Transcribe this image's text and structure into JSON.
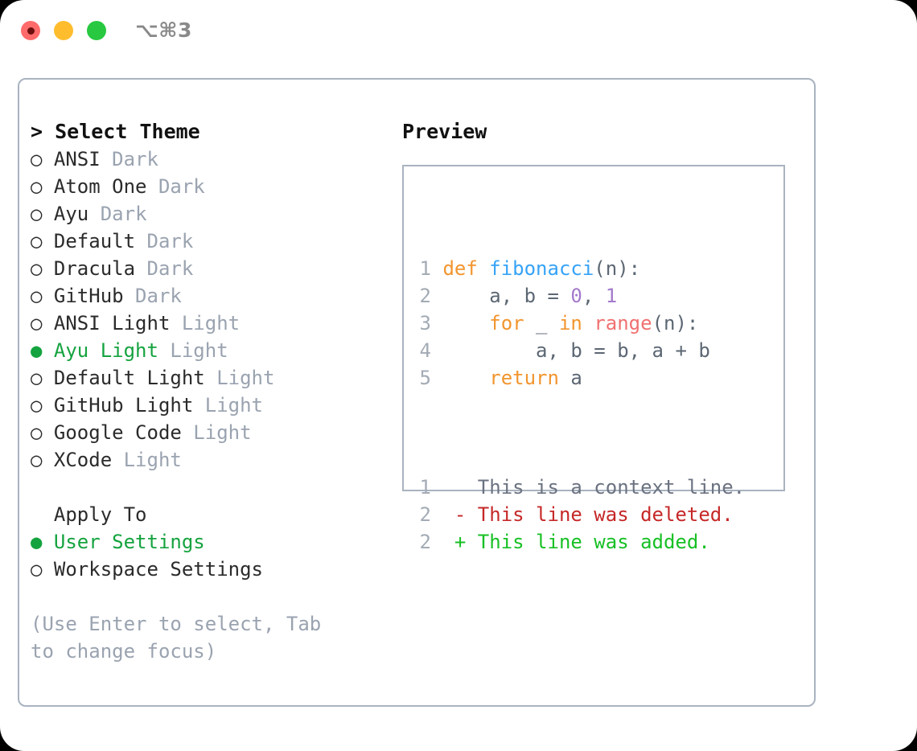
{
  "titlebar": {
    "shortcut": "⌥⌘3",
    "lights": [
      {
        "name": "close-button",
        "color": "#ff6b6b"
      },
      {
        "name": "minimize-button",
        "color": "#ffbd2e"
      },
      {
        "name": "maximize-button",
        "color": "#28c840"
      }
    ]
  },
  "theme_picker": {
    "heading": "> Select Theme",
    "items": [
      {
        "marker": "○ ",
        "label": "ANSI",
        "tag": " Dark",
        "selected": false
      },
      {
        "marker": "○ ",
        "label": "Atom One",
        "tag": " Dark",
        "selected": false
      },
      {
        "marker": "○ ",
        "label": "Ayu",
        "tag": " Dark",
        "selected": false
      },
      {
        "marker": "○ ",
        "label": "Default",
        "tag": " Dark",
        "selected": false
      },
      {
        "marker": "○ ",
        "label": "Dracula",
        "tag": " Dark",
        "selected": false
      },
      {
        "marker": "○ ",
        "label": "GitHub",
        "tag": " Dark",
        "selected": false
      },
      {
        "marker": "○ ",
        "label": "ANSI Light",
        "tag": " Light",
        "selected": false
      },
      {
        "marker": "● ",
        "label": "Ayu Light",
        "tag": " Light",
        "selected": true
      },
      {
        "marker": "○ ",
        "label": "Default Light",
        "tag": " Light",
        "selected": false
      },
      {
        "marker": "○ ",
        "label": "GitHub Light",
        "tag": " Light",
        "selected": false
      },
      {
        "marker": "○ ",
        "label": "Google Code",
        "tag": " Light",
        "selected": false
      },
      {
        "marker": "○ ",
        "label": "XCode",
        "tag": " Light",
        "selected": false
      }
    ]
  },
  "apply_to": {
    "heading": "  Apply To",
    "items": [
      {
        "marker": "● ",
        "label": "User Settings",
        "tag": "",
        "selected": true
      },
      {
        "marker": "○ ",
        "label": "Workspace Settings",
        "tag": "",
        "selected": false
      }
    ]
  },
  "hint": "(Use Enter to select, Tab to change focus)",
  "preview": {
    "heading": "Preview",
    "code_lines": [
      {
        "number": "1",
        "tokens": [
          {
            "text": "def ",
            "kind": "kw"
          },
          {
            "text": "fibonacci",
            "kind": "fn"
          },
          {
            "text": "(n):",
            "kind": "punct"
          }
        ]
      },
      {
        "number": "2",
        "tokens": [
          {
            "text": "    a, b = ",
            "kind": "id"
          },
          {
            "text": "0",
            "kind": "num"
          },
          {
            "text": ", ",
            "kind": "id"
          },
          {
            "text": "1",
            "kind": "num"
          }
        ]
      },
      {
        "number": "3",
        "tokens": [
          {
            "text": "    ",
            "kind": "id"
          },
          {
            "text": "for",
            "kind": "kw"
          },
          {
            "text": " _ ",
            "kind": "id"
          },
          {
            "text": "in",
            "kind": "kw"
          },
          {
            "text": " ",
            "kind": "id"
          },
          {
            "text": "range",
            "kind": "bi"
          },
          {
            "text": "(n):",
            "kind": "punct"
          }
        ]
      },
      {
        "number": "4",
        "tokens": [
          {
            "text": "        a, b = b, a + b",
            "kind": "id"
          }
        ]
      },
      {
        "number": "5",
        "tokens": [
          {
            "text": "    ",
            "kind": "id"
          },
          {
            "text": "return",
            "kind": "kw"
          },
          {
            "text": " a",
            "kind": "id"
          }
        ]
      }
    ],
    "diff_lines": [
      {
        "number": "1",
        "sign": "  ",
        "text": "This is a context line.",
        "kind": "context"
      },
      {
        "number": "2",
        "sign": "- ",
        "text": "This line was deleted.",
        "kind": "deleted"
      },
      {
        "number": "2",
        "sign": "+ ",
        "text": "This line was added.",
        "kind": "added"
      }
    ]
  },
  "colors": {
    "accent_green": "#15a33f",
    "border": "#a9b3c0",
    "muted": "#9aa3b0",
    "keyword": "#f2952e",
    "function": "#36a3f7",
    "number": "#a37acc",
    "builtin": "#f07171",
    "identifier": "#5c6773",
    "linenum": "#a3abb5",
    "diff_deleted": "#c62828",
    "diff_added": "#17c024",
    "diff_context": "#6b7280"
  }
}
